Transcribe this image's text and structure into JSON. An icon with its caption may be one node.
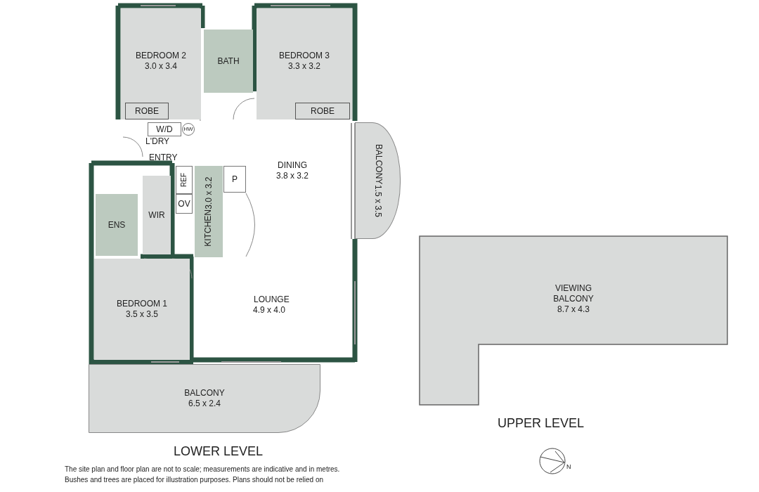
{
  "diagram": {
    "nodes": [
      {
        "text": [
          "BEDROOM 2",
          "3.0 x 3.4"
        ]
      },
      {
        "text": [
          "ROBE"
        ],
        "in": 0
      },
      {
        "text": [
          "BATH"
        ]
      },
      {
        "text": [
          "BEDROOM 3",
          "3.3 x 3.2"
        ]
      },
      {
        "text": [
          "ROBE"
        ],
        "in": 3
      },
      {
        "text": [
          "W/D"
        ]
      },
      {
        "text": [
          "HW"
        ]
      },
      {
        "text": [
          "BALCONY",
          "1.5 x 3.5"
        ]
      },
      {
        "text": [
          "REF"
        ]
      },
      {
        "text": [
          "P"
        ]
      },
      {
        "text": [
          "OV"
        ]
      },
      {
        "text": [
          "KITCHEN",
          "3.0 x 3.2"
        ]
      },
      {
        "text": [
          "ENS"
        ]
      },
      {
        "text": [
          "WIR"
        ]
      },
      {
        "text": [
          "BEDROOM 1",
          "3.5 x 3.5"
        ]
      },
      {
        "text": [
          "BALCONY",
          "6.5 x 2.4"
        ]
      },
      {
        "text": [
          "VIEWING BALCONY",
          "8.7 x 4.3"
        ]
      }
    ],
    "labels": [
      "L'DRY",
      "ENTRY",
      "DINING",
      "3.8 x 3.2",
      "LOUNGE",
      "4.9 x 4.0",
      "UPPER LEVEL",
      "LOWER LEVEL",
      "N",
      "The site plan and floor plan are not to scale; measurements are indicative and in metres.",
      "Bushes and trees are placed for illustration purposes. Plans should not be relied on"
    ]
  }
}
